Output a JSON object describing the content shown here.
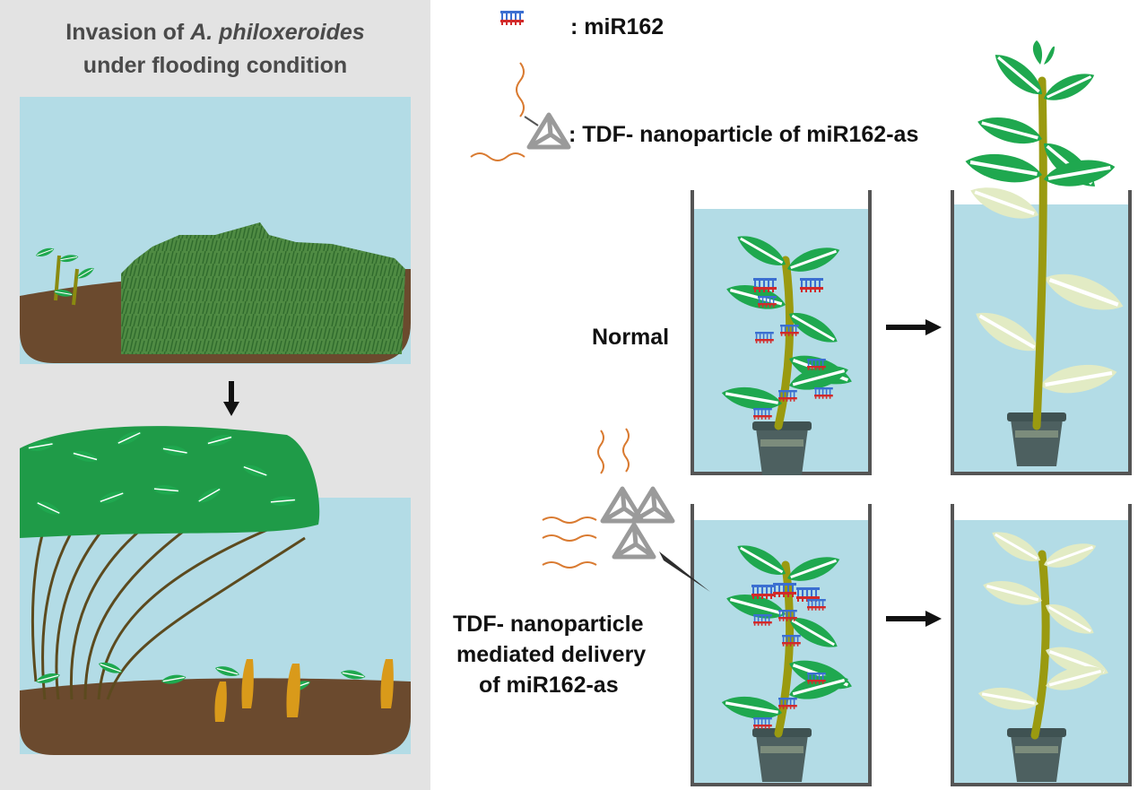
{
  "left_panel": {
    "title_line1_prefix": "Invasion of ",
    "title_line1_species": "A. philoxeroides",
    "title_line2": "under flooding condition"
  },
  "legend": {
    "mir162_label": ": miR162",
    "tdf_label": ": TDF- nanoparticle of miR162-as"
  },
  "conditions": {
    "normal_label": "Normal",
    "tdf_label_line1": "TDF- nanoparticle",
    "tdf_label_line2": "mediated delivery",
    "tdf_label_line3": "of miR162-as"
  },
  "colors": {
    "left_panel_bg": "#e3e3e3",
    "water": "#b3dce6",
    "soil": "#6b4a2e",
    "leaf": "#1fa84f",
    "stem": "#9a9a10",
    "wilted_leaf": "#e2ebc4",
    "arrow": "#111111"
  }
}
